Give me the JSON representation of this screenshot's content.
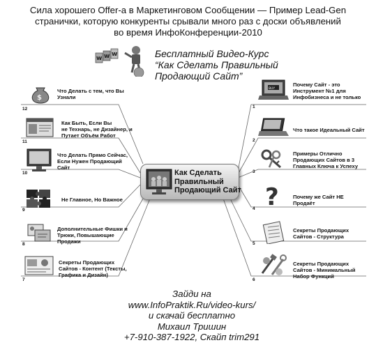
{
  "header": {
    "lines": [
      "Сила хорошего Offer-а в Маркетинговом Сообщении — Пример Lead-Gen",
      "странички, которую конкуренты срывали много раз с доски объявлений",
      "во время ИнфоКонференции-2010"
    ]
  },
  "promo": {
    "lines": [
      "Бесплатный Видео-Курс",
      "“Как Сделать Правильный",
      "Продающий Сайт”"
    ]
  },
  "center": {
    "lines": [
      "Как Сделать",
      "Правильный",
      "Продающий Сайт"
    ]
  },
  "nodes": [
    {
      "num": "1",
      "lines": [
        "Почему Сайт - это",
        "Инструмент №1 для",
        "Инфобизнеса и не только"
      ],
      "icon": "laptop-buy-now-icon"
    },
    {
      "num": "2",
      "lines": [
        "Что такое Идеальный Сайт"
      ],
      "icon": "laptop-icon"
    },
    {
      "num": "3",
      "lines": [
        "Примеры Отлично",
        "Продающих Сайтов в 3",
        "Главных Ключа к Успеху"
      ],
      "icon": "keys-icon"
    },
    {
      "num": "4",
      "lines": [
        "Почему же Сайт НЕ",
        "Продаёт"
      ],
      "icon": "question-mark-icon"
    },
    {
      "num": "5",
      "lines": [
        "Секреты Продающих",
        "Сайтов - Структура"
      ],
      "icon": "document-icon"
    },
    {
      "num": "6",
      "lines": [
        "Секреты Продающих",
        "Сайтов - Минимальный",
        "Набор Функций"
      ],
      "icon": "tools-icon"
    },
    {
      "num": "7",
      "lines": [
        "Секреты Продающих",
        "Сайтов - Контент (Тексты,",
        "Графика и Дизайн)"
      ],
      "icon": "content-icon"
    },
    {
      "num": "8",
      "lines": [
        "Дополнительные Фишки и",
        "Трюки, Повышающие",
        "Продажи"
      ],
      "icon": "tricks-icon"
    },
    {
      "num": "9",
      "lines": [
        "Не Главное, Но Важное"
      ],
      "icon": "puzzle-icon"
    },
    {
      "num": "10",
      "lines": [
        "Что Делать Прямо Сейчас,",
        "Если Нужен Продающий",
        "Сайт"
      ],
      "icon": "monitor-icon"
    },
    {
      "num": "11",
      "lines": [
        "Как Быть, Если Вы",
        "не Технарь, не Дизайнер, и",
        "Путает Объём Работ"
      ],
      "icon": "website-icon"
    },
    {
      "num": "12",
      "lines": [
        "Что Делать с тем, что Вы",
        "Узнали"
      ],
      "icon": "money-bag-icon"
    }
  ],
  "footer": {
    "lines": [
      "Зайди на",
      "www.InfoPraktik.Ru/video-kurs/",
      "и скачай бесплатно",
      "Михаил Тришин",
      "+7-910-387-1922, Скайп trim291"
    ]
  },
  "colors": {
    "line": "#666666",
    "box": "#c8c8c8",
    "text": "#111111"
  }
}
